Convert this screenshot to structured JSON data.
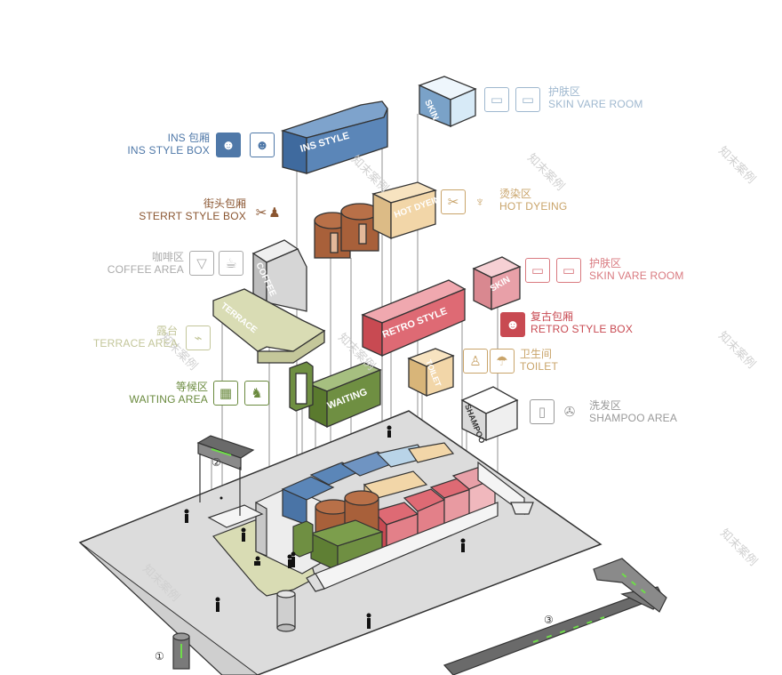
{
  "labels": {
    "skin_top": {
      "cn": "护肤区",
      "en": "SKIN VARE ROOM",
      "color": "#9fb8cf"
    },
    "ins": {
      "cn": "INS 包厢",
      "en": "INS STYLE BOX",
      "color": "#4f78a8"
    },
    "street": {
      "cn": "街头包厢",
      "en": "STERRT STYLE BOX",
      "color": "#8a5530"
    },
    "hot": {
      "cn": "烫染区",
      "en": "HOT DYEING",
      "color": "#c9a46a"
    },
    "coffee": {
      "cn": "咖啡区",
      "en": "COFFEE AREA",
      "color": "#aaaaaa"
    },
    "skin_mid": {
      "cn": "护肤区",
      "en": "SKIN VARE ROOM",
      "color": "#d97a80"
    },
    "retro": {
      "cn": "复古包厢",
      "en": "RETRO STYLE BOX",
      "color": "#c84a52"
    },
    "terrace": {
      "cn": "露台",
      "en": "TERRACE AREA",
      "color": "#c3c69a"
    },
    "toilet": {
      "cn": "卫生间",
      "en": "TOILET",
      "color": "#c9a46a"
    },
    "waiting": {
      "cn": "等候区",
      "en": "WAITING AREA",
      "color": "#6a8a3e"
    },
    "shampoo": {
      "cn": "洗发区",
      "en": "SHAMPOO AREA",
      "color": "#999999"
    }
  },
  "blocks": {
    "skin_top": "SKIN",
    "ins": "INS STYLE",
    "hot": "HOT DYEING",
    "coffee": "COFFEE",
    "terrace": "TERRACE",
    "skin_mid": "SKIN",
    "retro": "RETRO STYLE",
    "toilet": "TOILET",
    "waiting": "WAITING",
    "shampoo": "SHAMPOO"
  },
  "markers": {
    "m1": "①",
    "m2": "②",
    "m3": "③"
  },
  "watermark": "知末案例",
  "icons": {
    "skin_top": [
      "massage-bed-icon",
      "massage-bed-icon"
    ],
    "ins": [
      "person-portrait-icon",
      "person-portrait-icon"
    ],
    "street": [
      "scissors-comb-icon",
      "restroom-people-icon"
    ],
    "hot": [
      "scissors-icon",
      "hair-tools-icon"
    ],
    "coffee": [
      "cocktail-glass-icon",
      "coffee-cup-icon"
    ],
    "skin_mid": [
      "massage-bed-icon",
      "massage-bed-icon"
    ],
    "retro": [
      "retro-hat-person-icon"
    ],
    "terrace": [
      "smoking-icon"
    ],
    "toilet": [
      "restroom-people-icon",
      "hand-wash-icon"
    ],
    "waiting": [
      "waiting-seats-icon",
      "waiting-people-icon"
    ],
    "shampoo": [
      "shampoo-bottle-icon",
      "hair-dryer-icon"
    ]
  },
  "colors": {
    "blue": "#5b86b8",
    "lightblue": "#d7eaf7",
    "red": "#de6a74",
    "pink": "#e8a0a8",
    "brown": "#a8603a",
    "tan": "#f2d6a8",
    "green": "#6f8f42",
    "olive": "#d9dcb4",
    "grey": "#d6d6d6",
    "white": "#f4f4f4"
  }
}
